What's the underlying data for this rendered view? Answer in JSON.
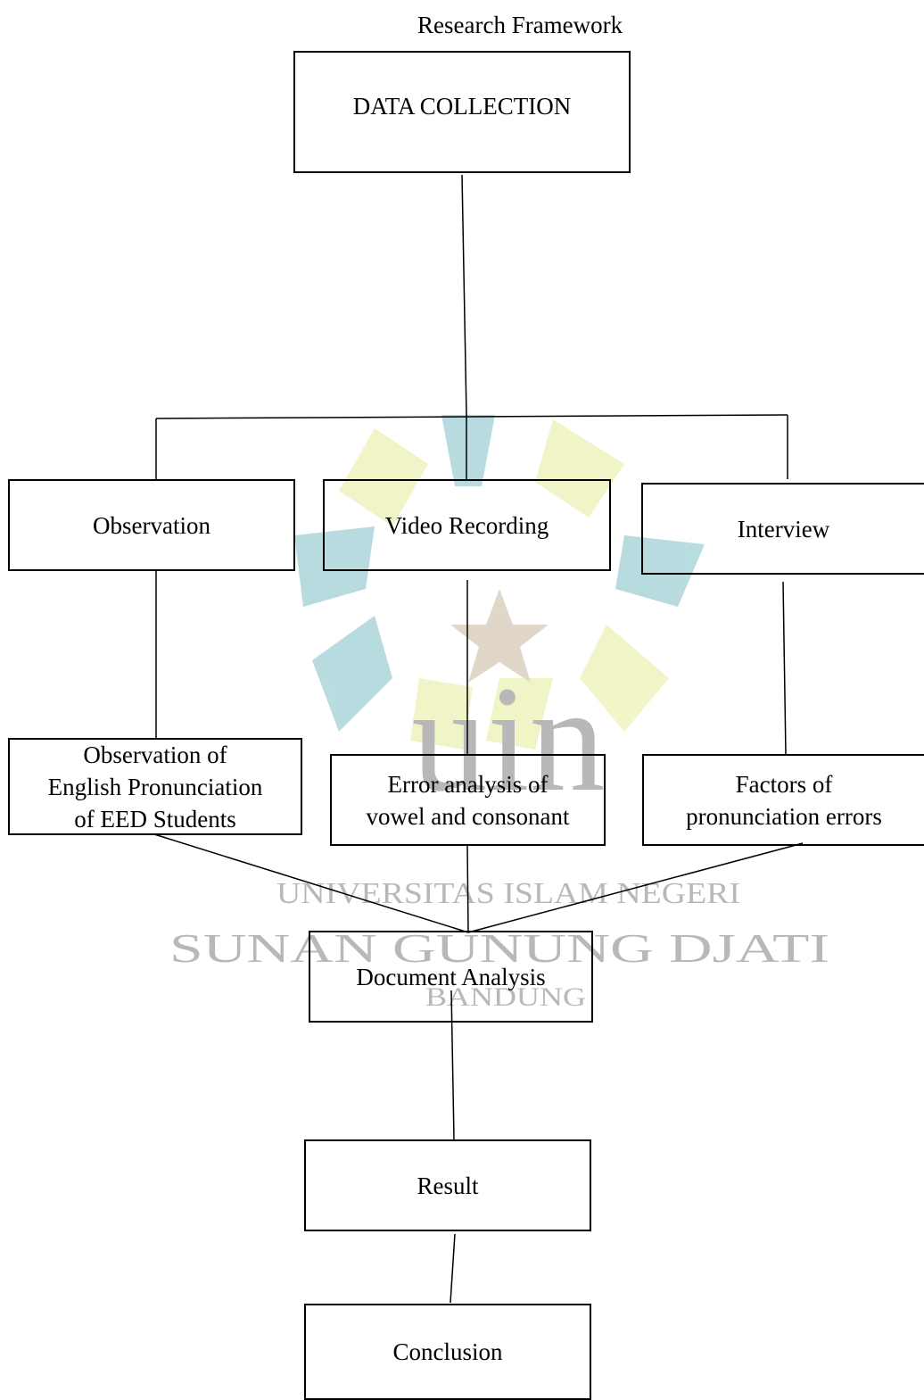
{
  "title": "Research Framework",
  "watermark": {
    "logo_text": "uin",
    "line1": "UNIVERSITAS ISLAM NEGERI",
    "line2": "SUNAN GUNUNG DJATI",
    "line3": "BANDUNG",
    "colors": {
      "teal": "#4a9aa6",
      "yellow": "#d8e26a",
      "tan": "#b5a48a",
      "gray": "#b8b8b8"
    }
  },
  "nodes": {
    "data_collection": "DATA COLLECTION",
    "observation": "Observation",
    "video_recording": "Video Recording",
    "interview": "Interview",
    "observation_detail": "Observation of\nEnglish Pronunciation\nof  EED Students",
    "error_analysis": "Error analysis of\nvowel and consonant",
    "factors": "Factors of\npronunciation errors",
    "document_analysis": "Document Analysis",
    "result": "Result",
    "conclusion": "Conclusion"
  }
}
